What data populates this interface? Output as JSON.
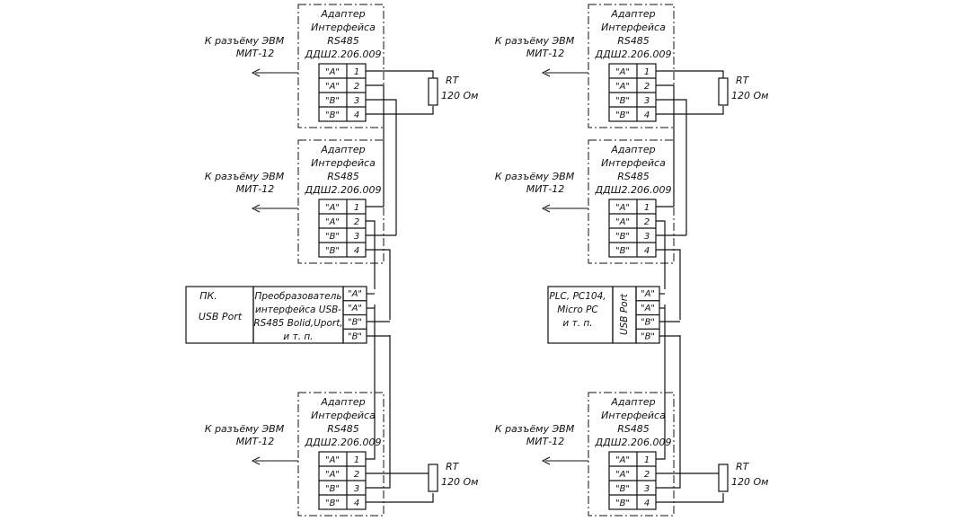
{
  "adapter": {
    "title": [
      "Адаптер",
      "Интерфейса",
      "RS485",
      "ДДШ2.206.009"
    ],
    "pins": [
      {
        "label": "\"A\"",
        "num": "1"
      },
      {
        "label": "\"A\"",
        "num": "2"
      },
      {
        "label": "\"B\"",
        "num": "3"
      },
      {
        "label": "\"B\"",
        "num": "4"
      }
    ],
    "connector": [
      "К разъёму ЭВМ",
      "МИТ-12"
    ]
  },
  "resistor": {
    "name": "RT",
    "value": "120 Ом"
  },
  "left_host": {
    "pc": [
      "ПК.",
      "USB Port"
    ],
    "converter": [
      "Преобразователь",
      "интерфейса USB-",
      "RS485 Bolid,Uport,",
      "и т. п."
    ],
    "terminals": [
      "\"A\"",
      "\"A\"",
      "\"B\"",
      "\"B\""
    ]
  },
  "right_host": {
    "plc": [
      "PLC, PC104,",
      "Micro PC",
      "и т. п."
    ],
    "port": "USB Port",
    "terminals": [
      "\"A\"",
      "\"A\"",
      "\"B\"",
      "\"B\""
    ]
  }
}
